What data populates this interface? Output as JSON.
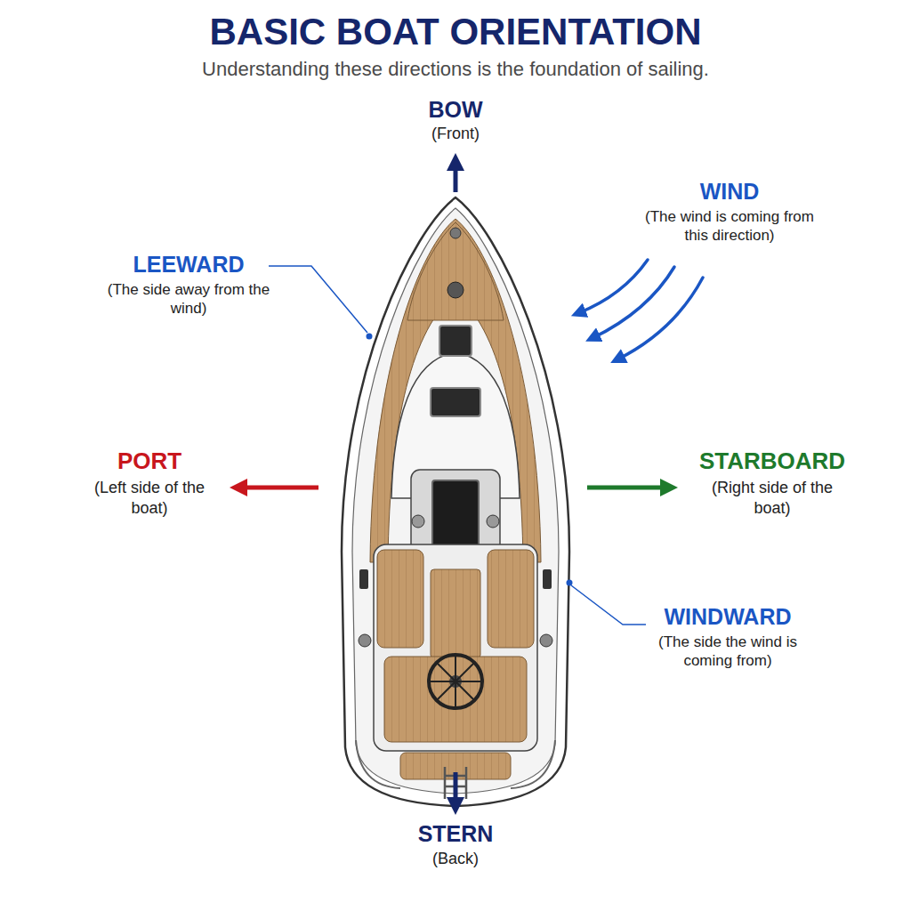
{
  "diagram": {
    "title": "BASIC BOAT ORIENTATION",
    "labels": [
      "Understanding these directions is the foundation of sailing.",
      "BOW",
      "(Front)",
      "WIND",
      "(The wind is coming from this direction)",
      "LEEWARD",
      "(The side away from the wind)",
      "PORT",
      "(Left side of the boat)",
      "STARBOARD",
      "(Right side of the boat)",
      "WINDWARD",
      "(The side the wind is coming from)",
      "STERN",
      "(Back)"
    ]
  }
}
